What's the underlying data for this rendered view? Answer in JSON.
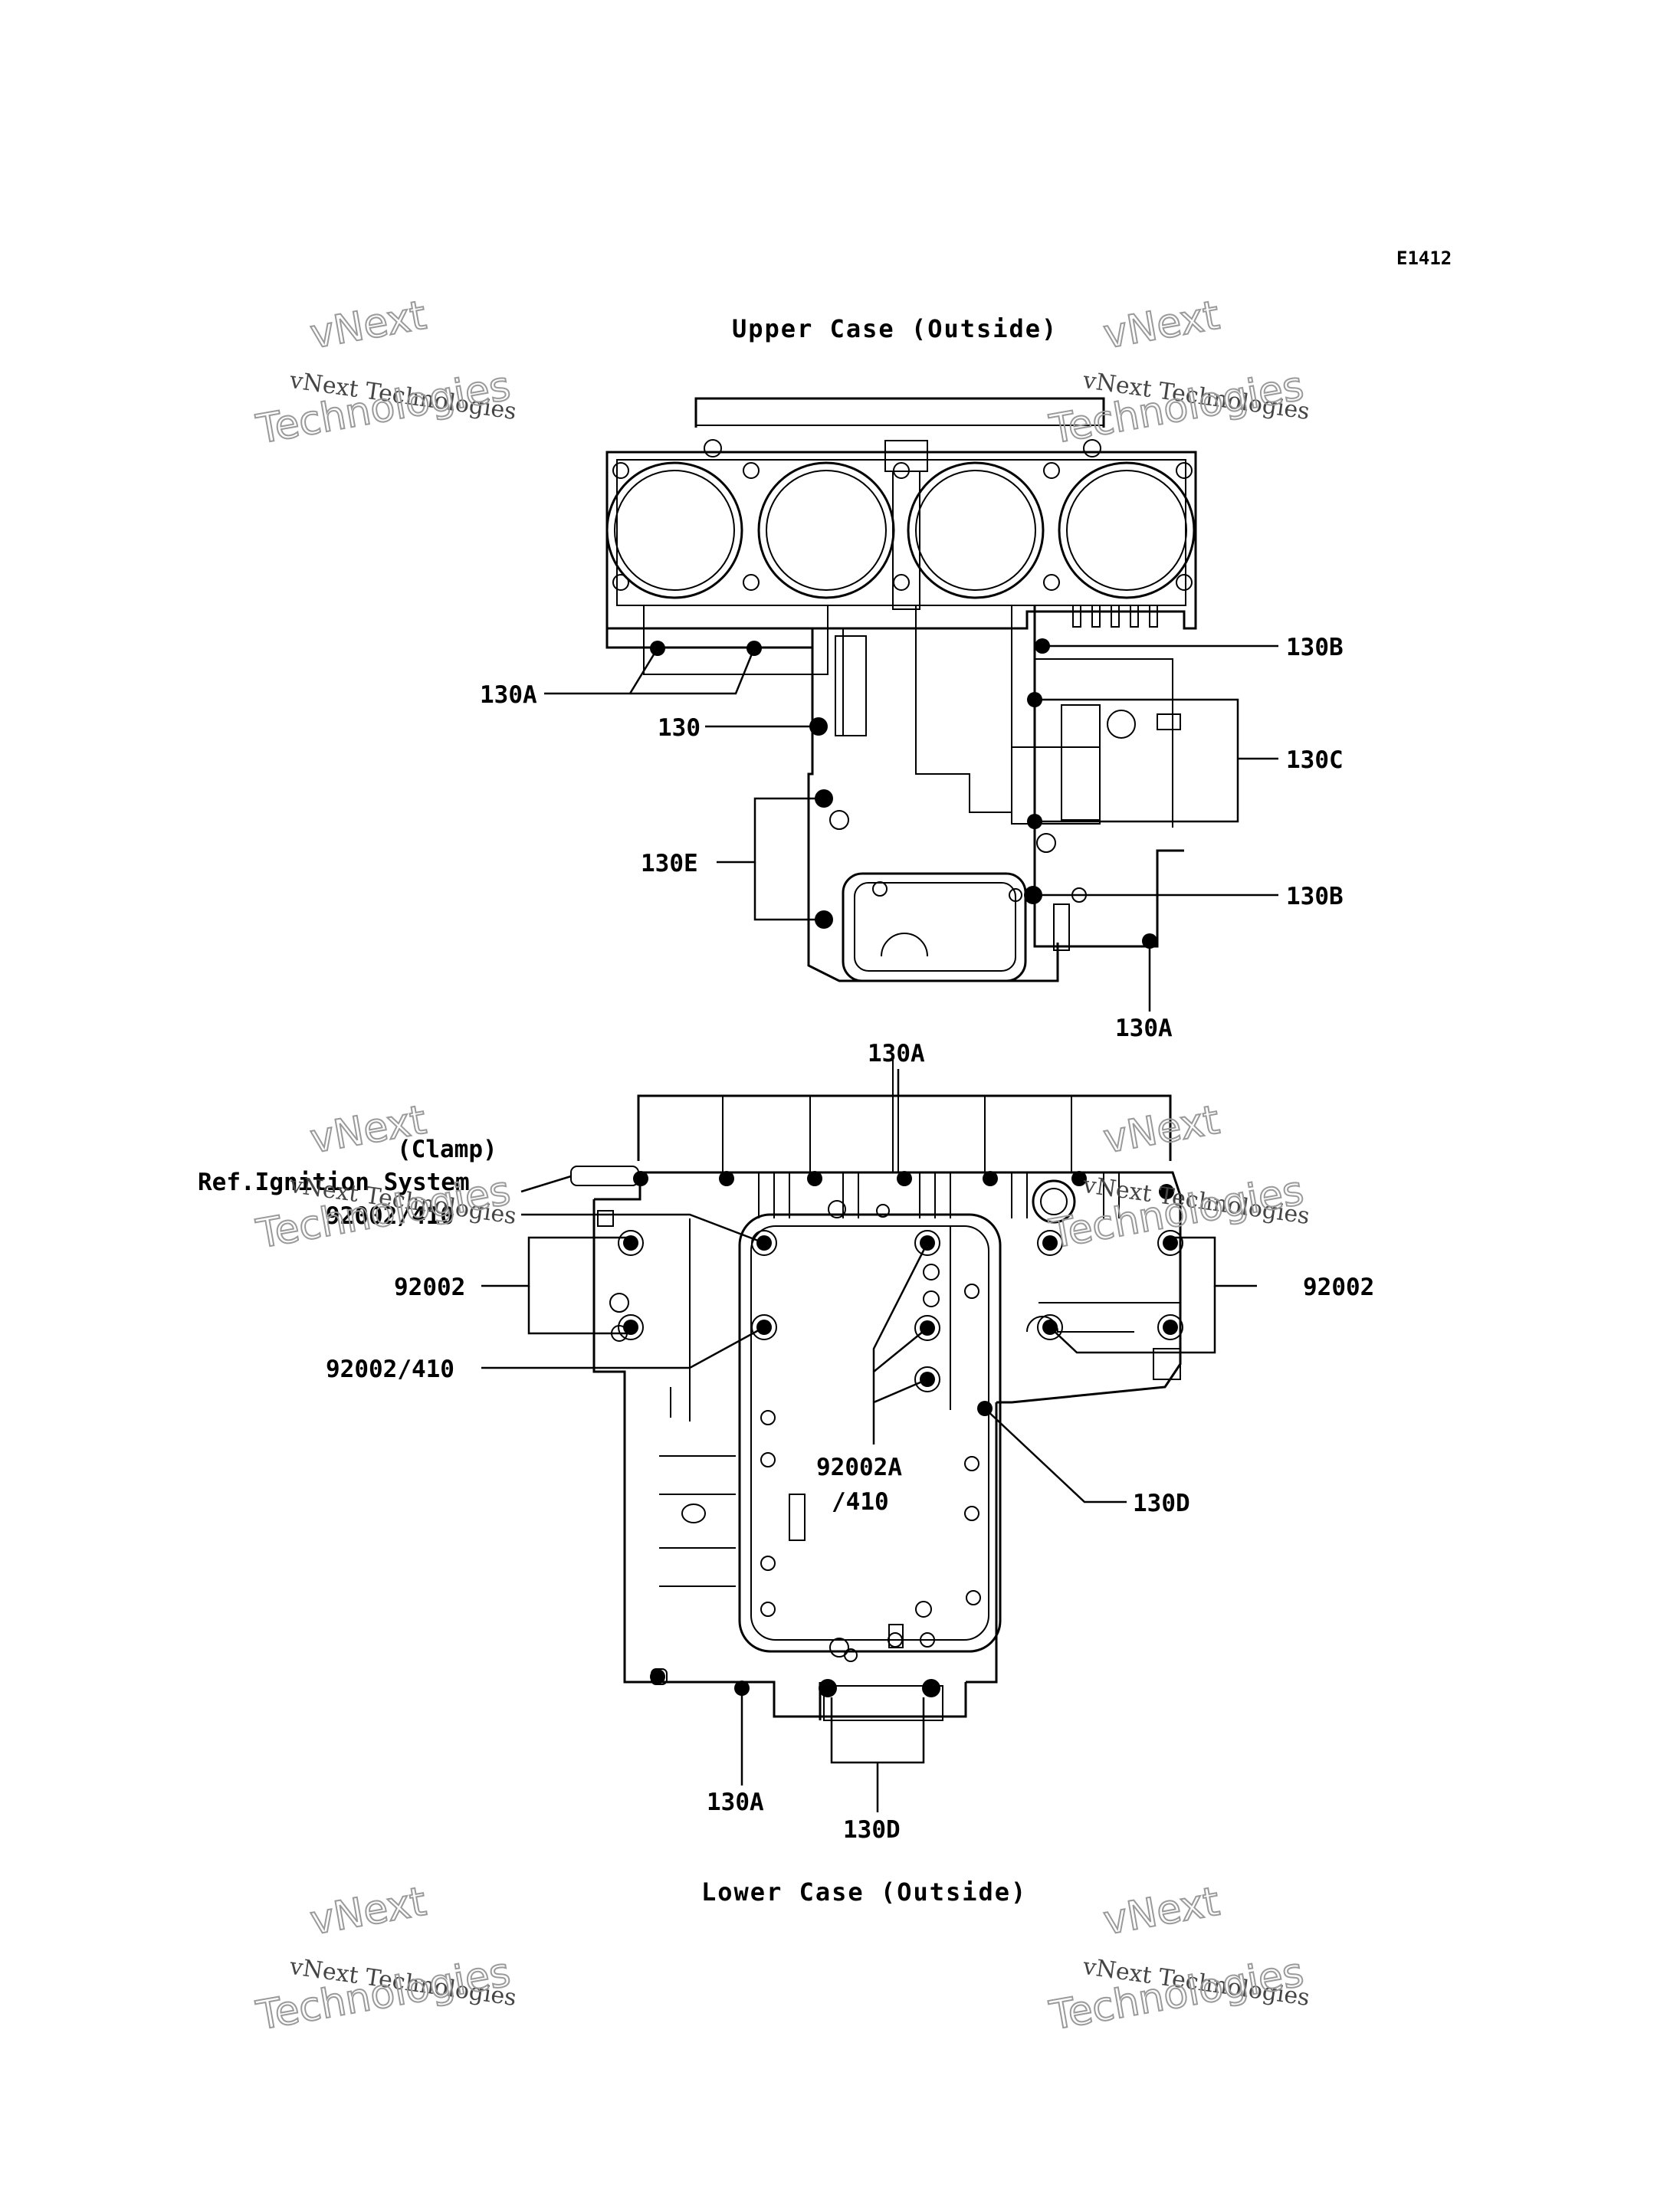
{
  "diagram_code": "E1412",
  "upper_title": "Upper Case (Outside)",
  "lower_title": "Lower Case (Outside)",
  "watermark": {
    "line1": "vNext",
    "line2": "vNext Technologies",
    "line3": "Technologies"
  },
  "upper_labels": {
    "l130A_left": "130A",
    "l130": "130",
    "l130E": "130E",
    "l130B_top": "130B",
    "l130C": "130C",
    "l130B_bottom": "130B",
    "l130A_bottom": "130A"
  },
  "lower_labels": {
    "l130A_top": "130A",
    "clamp": "(Clamp)",
    "ref_ignition": "Ref.Ignition System",
    "l92002_410_top": "92002/410",
    "l92002_left": "92002",
    "l92002_410_bottom": "92002/410",
    "l92002_right": "92002",
    "l92002A": "92002A",
    "l410": "/410",
    "l130D_right": "130D",
    "l130A_bottom": "130A",
    "l130D_bottom": "130D"
  }
}
